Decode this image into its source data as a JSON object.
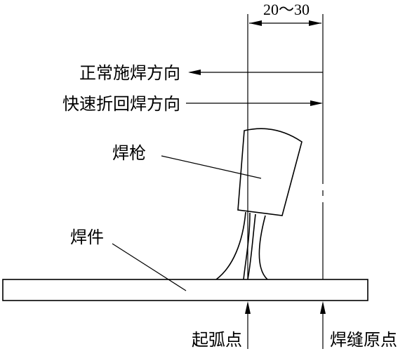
{
  "diagram": {
    "dimension_label": "20～30",
    "labels": {
      "normal_direction": "正常施焊方向",
      "fast_return_direction": "快速折回焊方向",
      "torch": "焊枪",
      "workpiece": "焊件",
      "arc_start": "起弧点",
      "seam_origin": "焊缝原点"
    }
  }
}
